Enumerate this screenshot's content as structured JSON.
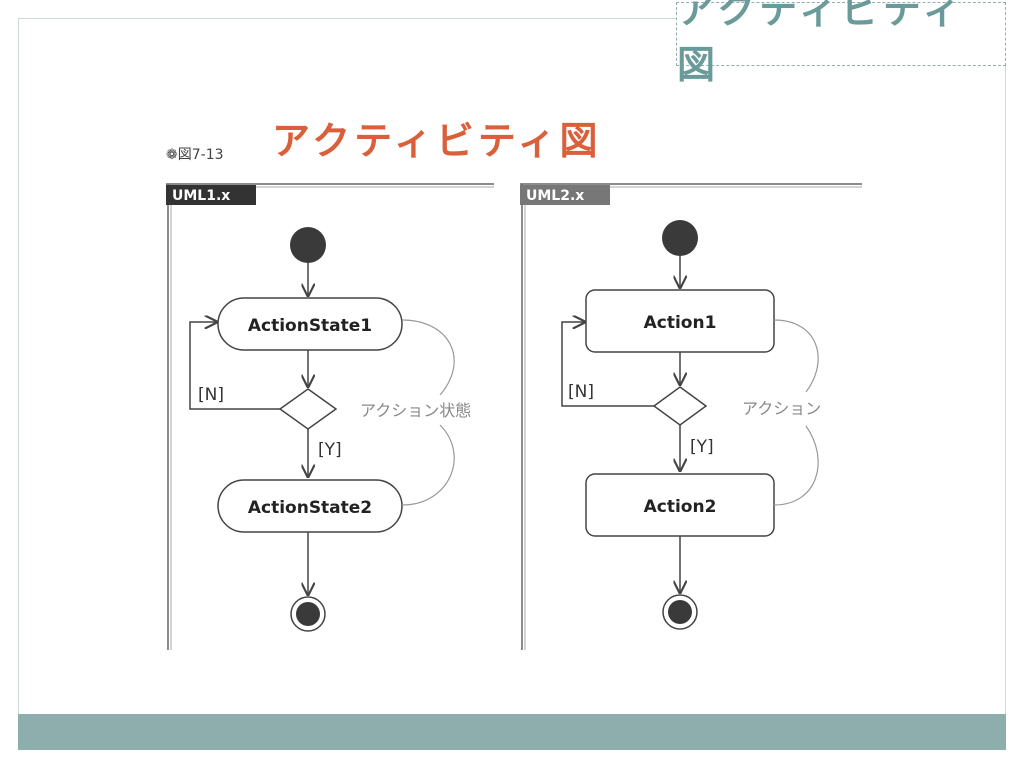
{
  "header": {
    "title": "アクティビティ図"
  },
  "figure": {
    "label": "図7-13",
    "title": "アクティビティ図"
  },
  "left_diagram": {
    "tab": "UML1.x",
    "state1": "ActionState1",
    "state2": "ActionState2",
    "guard_no": "[N]",
    "guard_yes": "[Y]",
    "annotation": "アクション状態"
  },
  "right_diagram": {
    "tab": "UML2.x",
    "state1": "Action1",
    "state2": "Action2",
    "guard_no": "[N]",
    "guard_yes": "[Y]",
    "annotation": "アクション"
  },
  "colors": {
    "accent": "#d9603a",
    "header": "#6a9a9a",
    "footer": "#8eaeae"
  }
}
